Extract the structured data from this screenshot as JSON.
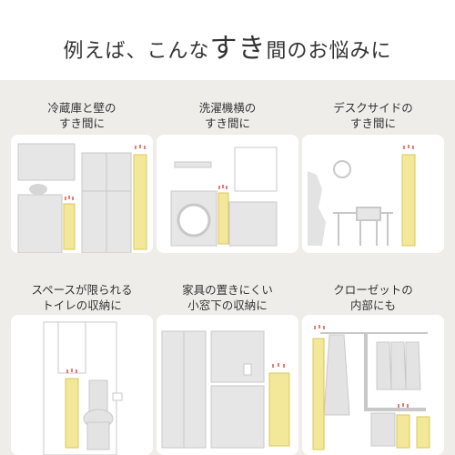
{
  "header": {
    "title_pre": "例えば、こんな",
    "title_em": "すき",
    "title_post": "間のお悩みに"
  },
  "items": [
    {
      "line1": "冷蔵庫と壁の",
      "line2": "すき間に"
    },
    {
      "line1": "洗濯機横の",
      "line2": "すき間に"
    },
    {
      "line1": "デスクサイドの",
      "line2": "すき間に"
    },
    {
      "line1": "スペースが限られる",
      "line2": "トイレの収納に"
    },
    {
      "line1": "家具の置きにくい",
      "line2": "小窓下の収納に"
    },
    {
      "line1": "クローゼットの",
      "line2": "内部にも"
    }
  ],
  "colors": {
    "background": "#efedea",
    "card": "#ffffff",
    "line": "#c8c8c8",
    "fill": "#e3e3e3",
    "accent_yellow": "#f3e79a",
    "accent_red": "#e05050"
  }
}
